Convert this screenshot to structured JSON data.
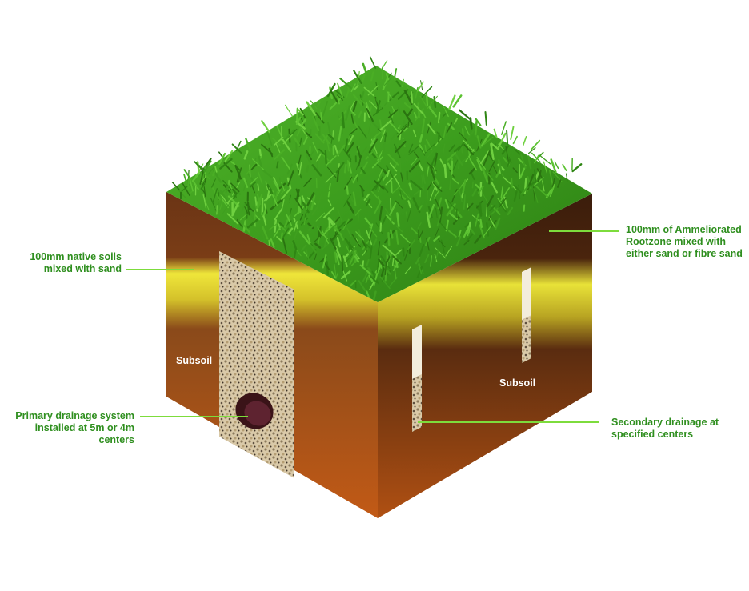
{
  "colors": {
    "grass": "#3fa11e",
    "callout": "#7ddc3c",
    "label_text": "#2f8f1f",
    "soil": "#7a3d18",
    "sand_band": "#e6df2a"
  },
  "labels": {
    "native_soils": [
      "100mm native soils",
      "mixed with sand"
    ],
    "rootzone": [
      "100mm of Ammeliorated",
      "Rootzone mixed with",
      "either sand or fibre sand"
    ],
    "primary": [
      "Primary drainage system",
      "installed at 5m or 4m",
      "centers"
    ],
    "secondary": [
      "Secondary drainage at",
      "specified centers"
    ],
    "subsoil_left": "Subsoil",
    "subsoil_right": "Subsoil"
  }
}
